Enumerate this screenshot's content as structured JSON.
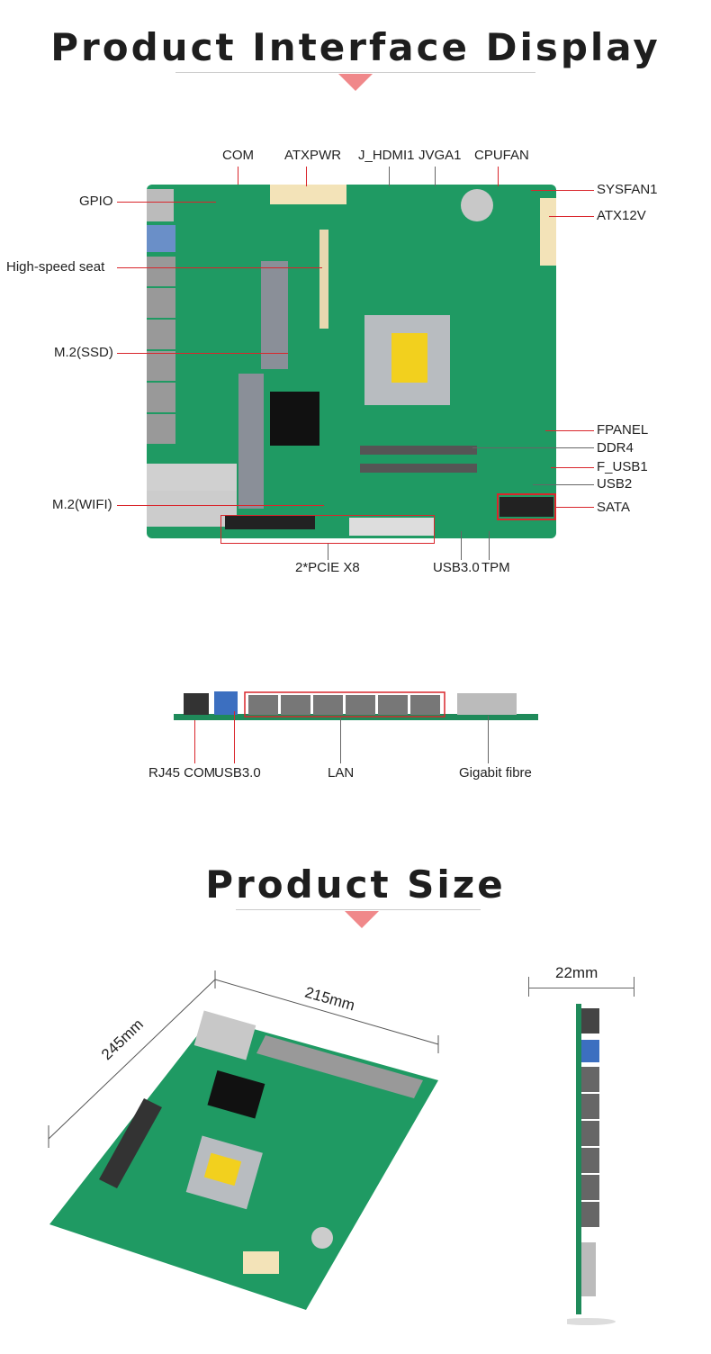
{
  "section1": {
    "title": "Product Interface Display",
    "labels": {
      "com": "COM",
      "atxpwr": "ATXPWR",
      "jhdmi": "J_HDMI1",
      "jvga": "JVGA1",
      "cpufan": "CPUFAN",
      "sysfan": "SYSFAN1",
      "atx12v": "ATX12V",
      "gpio": "GPIO",
      "highspeed": "High-speed seat",
      "m2ssd": "M.2(SSD)",
      "m2wifi": "M.2(WIFI)",
      "fpanel": "FPANEL",
      "ddr4": "DDR4",
      "fusb1": "F_USB1",
      "usb2": "USB2",
      "sata": "SATA",
      "pcie": "2*PCIE X8",
      "usb30": "USB3.0",
      "tpm": "TPM"
    }
  },
  "io": {
    "labels": {
      "rj45com": "RJ45 COM",
      "usb30": "USB3.0",
      "lan": "LAN",
      "fibre": "Gigabit fibre"
    }
  },
  "section2": {
    "title": "Product Size",
    "dims": {
      "length": "215mm",
      "width": "245mm",
      "height": "22mm"
    }
  }
}
